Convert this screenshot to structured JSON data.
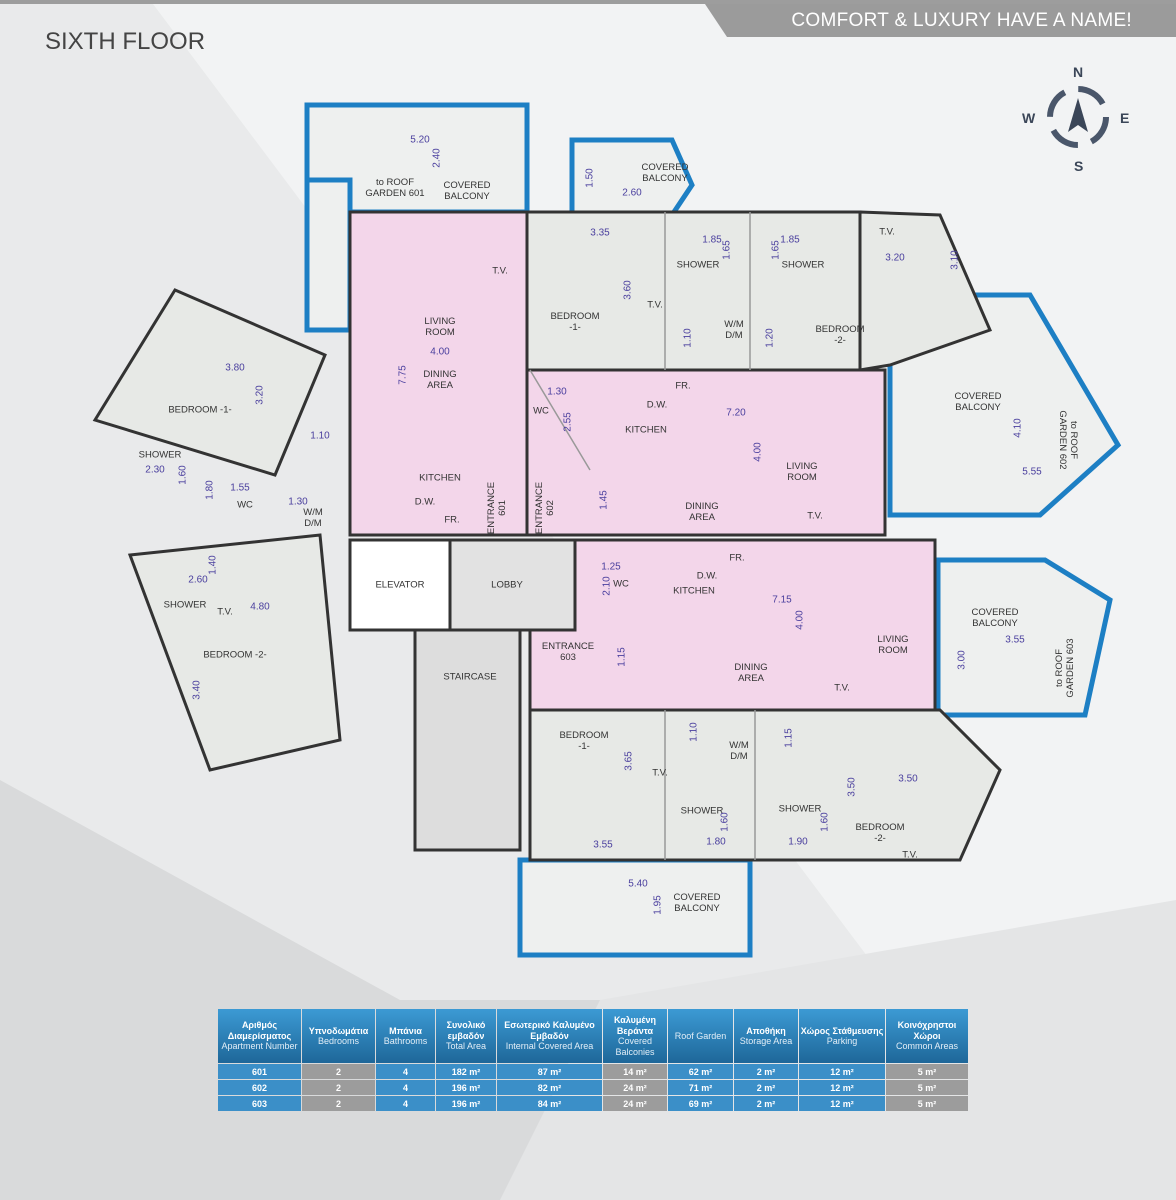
{
  "header": {
    "floor_title": "SIXTH FLOOR",
    "slogan": "COMFORT & LUXURY HAVE A NAME!"
  },
  "compass": {
    "n": "N",
    "s": "S",
    "e": "E",
    "w": "W"
  },
  "plan_labels": [
    "LIVING\nROOM",
    "4.00",
    "7.75",
    "DINING\nAREA",
    "KITCHEN",
    "T.V.",
    "BEDROOM -1-",
    "3.80",
    "3.20",
    "1.10",
    "SHOWER",
    "2.30",
    "1.60",
    "1.80",
    "1.55",
    "WC",
    "1.30",
    "W/M\nD/M",
    "D.W.",
    "FR.",
    "ENTRANCE\n601",
    "BEDROOM -2-",
    "4.80",
    "3.40",
    "SHOWER",
    "2.60",
    "1.40",
    "T.V.",
    "COVERED\nBALCONY",
    "to ROOF\nGARDEN 601",
    "5.20",
    "2.40",
    "BEDROOM\n-1-",
    "3.35",
    "3.60",
    "T.V.",
    "SHOWER",
    "1.85",
    "1.65",
    "SHOWER",
    "1.85",
    "1.65",
    "W/M\nD/M",
    "1.10",
    "1.20",
    "BEDROOM\n-2-",
    "3.20",
    "3.10",
    "T.V.",
    "COVERED\nBALCONY",
    "1.50",
    "2.60",
    "WC",
    "1.30",
    "2.55",
    "KITCHEN",
    "D.W.",
    "FR.",
    "7.20",
    "4.00",
    "LIVING\nROOM",
    "DINING\nAREA",
    "T.V.",
    "1.45",
    "ENTRANCE\n602",
    "COVERED\nBALCONY",
    "4.10",
    "5.55",
    "to ROOF\nGARDEN 602",
    "ELEVATOR",
    "LOBBY",
    "STAIRCASE",
    "ENTRANCE\n603",
    "1.15",
    "1.25",
    "2.10",
    "WC",
    "D.W.",
    "FR.",
    "KITCHEN",
    "7.15",
    "4.00",
    "LIVING\nROOM",
    "DINING\nAREA",
    "T.V.",
    "BEDROOM\n-1-",
    "3.65",
    "T.V.",
    "3.55",
    "SHOWER",
    "1.60",
    "1.80",
    "SHOWER",
    "1.60",
    "1.90",
    "W/M\nD/M",
    "1.10",
    "1.15",
    "BEDROOM\n-2-",
    "3.50",
    "3.50",
    "T.V.",
    "COVERED\nBALCONY",
    "5.40",
    "1.95",
    "COVERED\nBALCONY",
    "3.55",
    "3.00",
    "to ROOF\nGARDEN 603"
  ],
  "table": {
    "headers": [
      {
        "gr": "Αριθμός Διαμερίσματος",
        "en": "Apartment Number"
      },
      {
        "gr": "Υπνοδωμάτια",
        "en": "Bedrooms"
      },
      {
        "gr": "Μπάνια",
        "en": "Bathrooms"
      },
      {
        "gr": "Συνολικό εμβαδόν",
        "en": "Total Area"
      },
      {
        "gr": "Εσωτερικό Καλυμένο Εμβαδόν",
        "en": "Internal Covered Area"
      },
      {
        "gr": "Καλυμένη Βεράντα",
        "en": "Covered Balconies"
      },
      {
        "gr": "",
        "en": "Roof Garden"
      },
      {
        "gr": "Αποθήκη",
        "en": "Storage Area"
      },
      {
        "gr": "Χώρος Στάθμευσης",
        "en": "Parking"
      },
      {
        "gr": "Κοινόχρηστοι Χώροι",
        "en": "Common Areas"
      }
    ],
    "rows": [
      [
        "601",
        "2",
        "4",
        "182 m²",
        "87 m²",
        "14 m²",
        "62 m²",
        "2 m²",
        "12 m²",
        "5 m²"
      ],
      [
        "602",
        "2",
        "4",
        "196 m²",
        "82 m²",
        "24 m²",
        "71 m²",
        "2 m²",
        "12 m²",
        "5 m²"
      ],
      [
        "603",
        "2",
        "4",
        "196 m²",
        "84 m²",
        "24 m²",
        "69 m²",
        "2 m²",
        "12 m²",
        "5 m²"
      ]
    ]
  }
}
